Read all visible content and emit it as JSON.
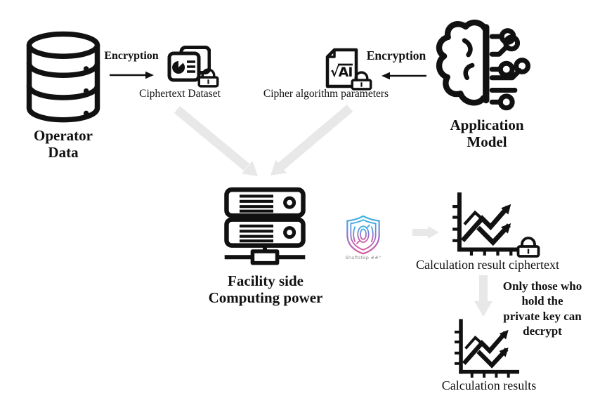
{
  "labels": {
    "operator_data": "Operator\nData",
    "encryption_left": "Encryption",
    "ciphertext_dataset": "Ciphertext Dataset",
    "cipher_algorithm_parameters": "Cipher algorithm parameters",
    "encryption_right": "Encryption",
    "application_model": "Application\nModel",
    "facility_side": "Facility side\nComputing power",
    "shield_caption": "Shaftstop ##°",
    "document_formula": "√AI",
    "calculation_result_ciphertext": "Calculation result ciphertext",
    "private_key_note": "Only those who\nhold the\nprivate key can\ndecrypt",
    "calculation_results": "Calculation results"
  },
  "icons": {
    "database-icon": "stacked-cylinder-database",
    "ciphertext-dataset-icon": "stacked-report-cards-with-pie-chart",
    "lock-icon": "padlock",
    "cipher-params-doc-icon": "document-with-sqrt-ai-formula",
    "ai-brain-icon": "half-brain-half-circuit-nodes",
    "server-icon": "rack-server-with-network-stand",
    "shield-logo": "gradient-line-art-shield-with-s",
    "chart-icon": "axes-with-zigzag-up-arrows",
    "flow-arrow": "thick-light-gray-arrow",
    "encryption-arrow": "thin-black-arrow"
  },
  "colors": {
    "icon-ink": "#111111",
    "flow-arrow-gray": "#e8e8e8",
    "shield-gradient-top": "#35b4e5",
    "shield-gradient-mid": "#8b79d2",
    "shield-gradient-bottom": "#d5579f",
    "caption-gray": "#8a8a8a",
    "background": "#ffffff"
  }
}
